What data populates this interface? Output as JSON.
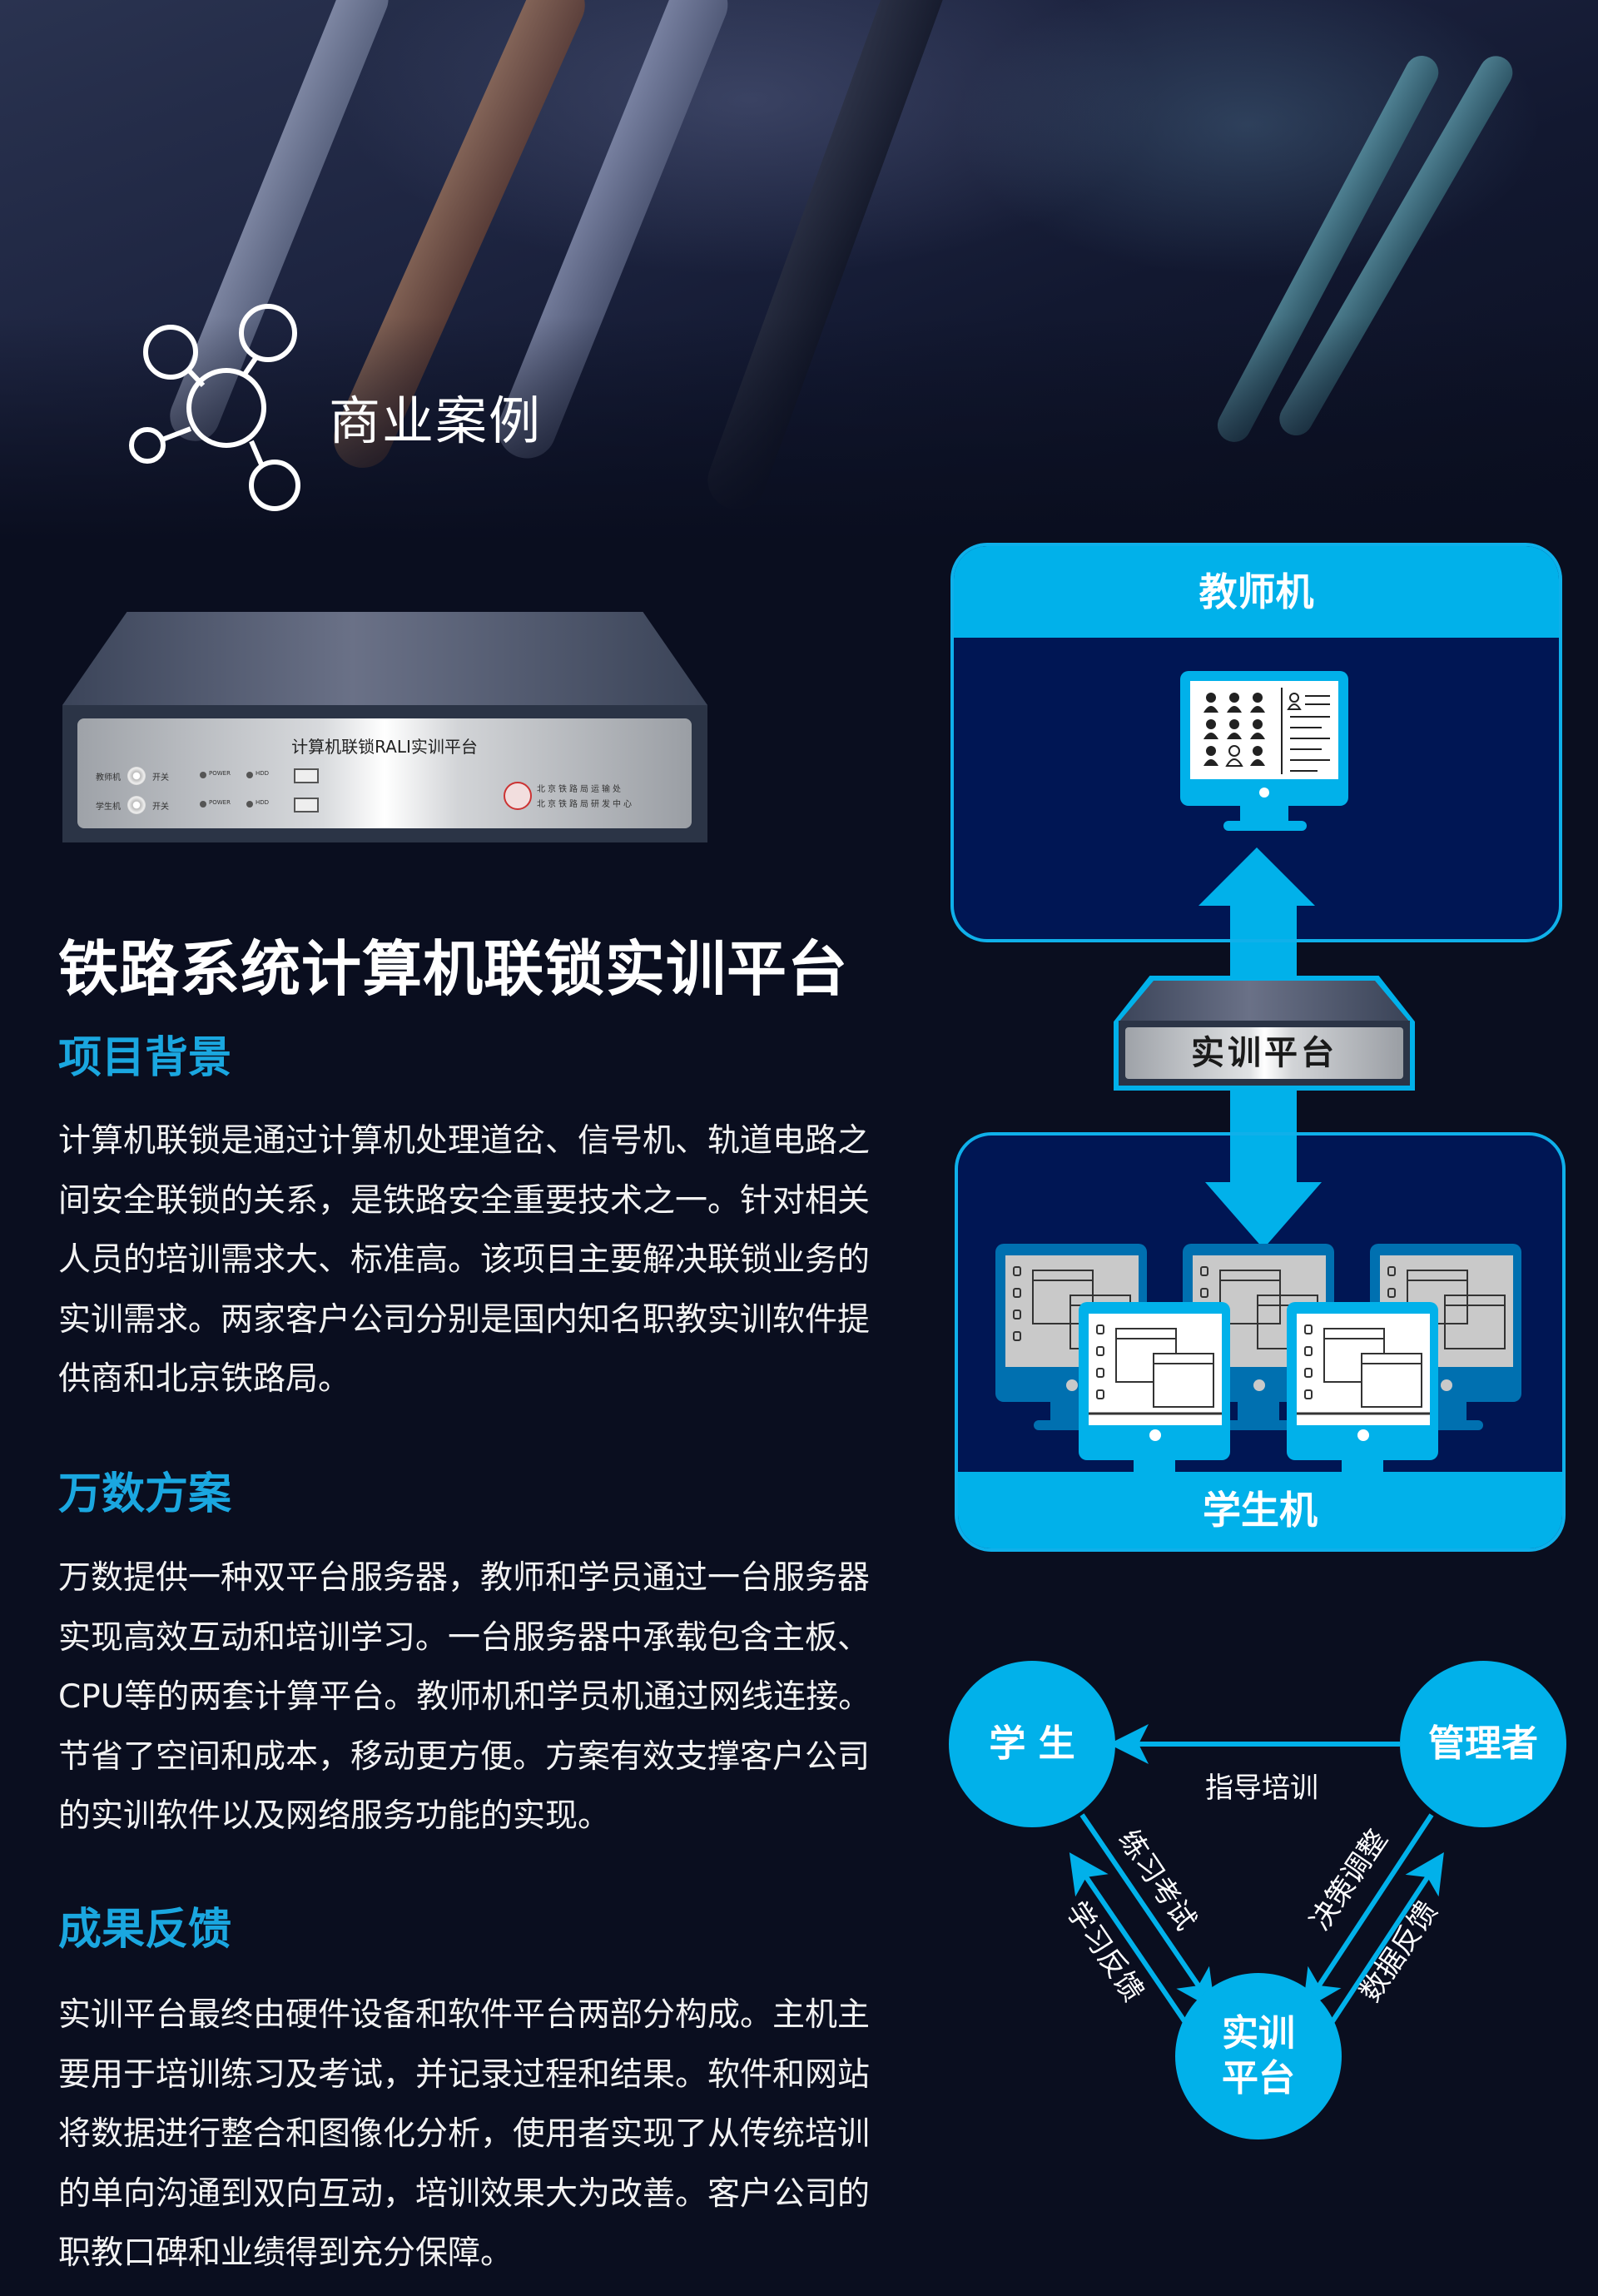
{
  "header": {
    "section_title": "商业案例",
    "icon": "network-nodes-icon"
  },
  "device": {
    "panel_title": "计算机联锁RALI实训平台",
    "rows": [
      {
        "label": "教师机",
        "switch": "开关",
        "power": "POWER",
        "hdd": "HDD"
      },
      {
        "label": "学生机",
        "switch": "开关",
        "power": "POWER",
        "hdd": "HDD"
      }
    ],
    "org_lines": [
      "北京铁路局运输处",
      "北京铁路局研发中心"
    ]
  },
  "article": {
    "title": "铁路系统计算机联锁实训平台",
    "sections": [
      {
        "heading": "项目背景",
        "lines": [
          "计算机联锁是通过计算机处理道岔、信号机、轨道电路之",
          "间安全联锁的关系，是铁路安全重要技术之一。针对相关",
          "人员的培训需求大、标准高。该项目主要解决联锁业务的",
          "实训需求。两家客户公司分别是国内知名职教实训软件提",
          "供商和北京铁路局。"
        ]
      },
      {
        "heading": "万数方案",
        "lines": [
          "万数提供一种双平台服务器，教师和学员通过一台服务器",
          "实现高效互动和培训学习。一台服务器中承载包含主板、",
          "CPU等的两套计算平台。教师机和学员机通过网线连接。",
          "节省了空间和成本，移动更方便。方案有效支撑客户公司",
          "的实训软件以及网络服务功能的实现。"
        ]
      },
      {
        "heading": "成果反馈",
        "lines": [
          "实训平台最终由硬件设备和软件平台两部分构成。主机主",
          "要用于培训练习及考试，并记录过程和结果。软件和网站",
          "将数据进行整合和图像化分析，使用者实现了从传统培训",
          "的单向沟通到双向互动，培训效果大为改善。客户公司的",
          "职教口碑和业绩得到充分保障。"
        ]
      }
    ]
  },
  "architecture": {
    "teacher_label": "教师机",
    "platform_label": "实训平台",
    "student_label": "学生机"
  },
  "cycle": {
    "nodes": {
      "student": "学 生",
      "manager": "管理者",
      "platform_line1": "实训",
      "platform_line2": "平台"
    },
    "edges": {
      "manager_to_student": "指导培训",
      "student_to_platform": "练习考试",
      "platform_to_student": "学习反馈",
      "manager_to_platform": "决策调整",
      "platform_to_manager": "数据反馈"
    }
  },
  "colors": {
    "background": "#0a0e1f",
    "accent": "#01b1ea",
    "heading": "#1aa7e0",
    "box_fill": "#001654"
  }
}
